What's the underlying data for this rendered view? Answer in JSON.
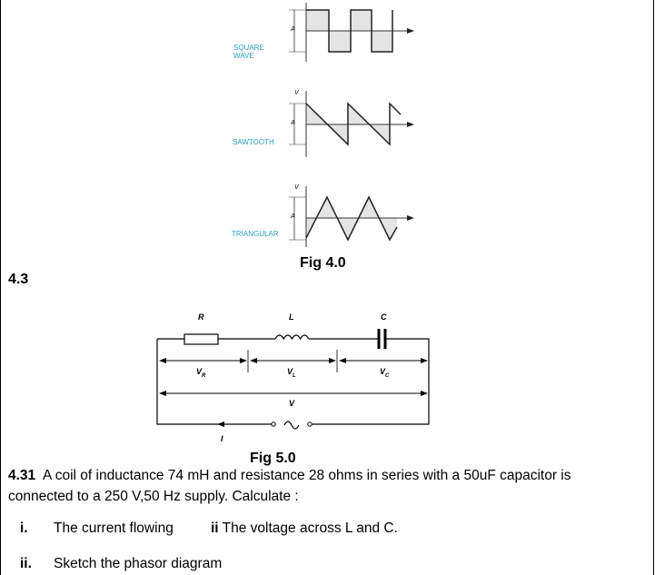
{
  "figure_4": {
    "caption": "Fig 4.0",
    "waves": [
      {
        "label_line1": "SQUARE",
        "label_line2": "WAVE"
      },
      {
        "label": "SAWTOOTH"
      },
      {
        "label": "TRIANGULAR"
      }
    ],
    "axis_label_v": "V",
    "amplitude_label": "A"
  },
  "section_number": "4.3",
  "figure_5": {
    "caption": "Fig 5.0",
    "labels": {
      "R": "R",
      "L": "L",
      "C": "C",
      "VR": "V",
      "VR_sub": "R",
      "VL": "V",
      "VL_sub": "L",
      "VC": "V",
      "VC_sub": "C",
      "V": "V",
      "I": "I"
    }
  },
  "question": {
    "number": "4.31",
    "text_line1": "A coil of inductance 74 mH and resistance 28 ohms in series with a 50uF capacitor is",
    "text_line2": "connected to a 250 V,50 Hz supply. Calculate :",
    "items": [
      {
        "marker": "i.",
        "text": "The current flowing",
        "extra_marker": "ii",
        "extra_text": "The voltage across L and C."
      },
      {
        "marker": "ii.",
        "text": "Sketch the phasor diagram"
      }
    ]
  }
}
